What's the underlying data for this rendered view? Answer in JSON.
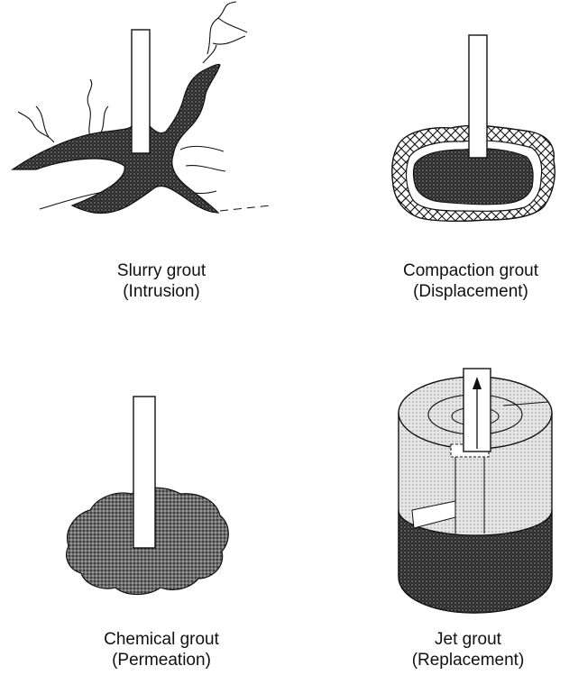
{
  "panels": [
    {
      "id": "slurry",
      "title": "Slurry grout",
      "subtitle": "(Intrusion)"
    },
    {
      "id": "compaction",
      "title": "Compaction grout",
      "subtitle": "(Displacement)"
    },
    {
      "id": "chemical",
      "title": "Chemical grout",
      "subtitle": "(Permeation)"
    },
    {
      "id": "jet",
      "title": "Jet grout",
      "subtitle": "(Replacement)"
    }
  ],
  "colors": {
    "ink": "#111111",
    "background": "#ffffff",
    "grout_dark": "#3a3a3a",
    "grout_mid": "#8a8a8a",
    "grout_light": "#d8d8d8"
  }
}
